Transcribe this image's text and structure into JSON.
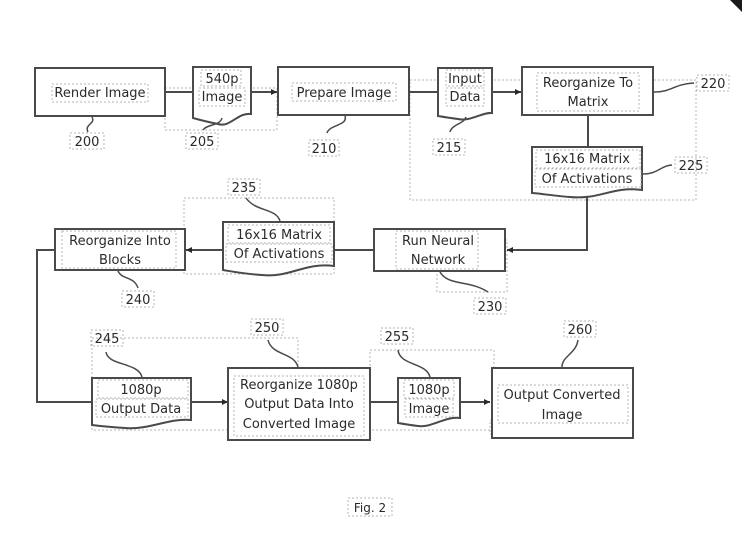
{
  "figure": {
    "caption": "Fig. 2",
    "colors": {
      "stroke": "#4a4a4a",
      "text": "#2a2a2a",
      "dotted_guides": "#b5b5b5",
      "background": "#ffffff"
    }
  },
  "nodes": {
    "n200": {
      "kind": "process",
      "lines": [
        "Render Image"
      ],
      "ref": "200"
    },
    "n205": {
      "kind": "document",
      "lines": [
        "540p",
        "Image"
      ],
      "ref": "205"
    },
    "n210": {
      "kind": "process",
      "lines": [
        "Prepare Image"
      ],
      "ref": "210"
    },
    "n215": {
      "kind": "document",
      "lines": [
        "Input",
        "Data"
      ],
      "ref": "215"
    },
    "n220": {
      "kind": "process",
      "lines": [
        "Reorganize To",
        "Matrix"
      ],
      "ref": "220"
    },
    "n225": {
      "kind": "document",
      "lines": [
        "16x16 Matrix",
        "Of Activations"
      ],
      "ref": "225"
    },
    "n230": {
      "kind": "process",
      "lines": [
        "Run Neural",
        "Network"
      ],
      "ref": "230"
    },
    "n235": {
      "kind": "document",
      "lines": [
        "16x16 Matrix",
        "Of Activations"
      ],
      "ref": "235"
    },
    "n240": {
      "kind": "process",
      "lines": [
        "Reorganize Into",
        "Blocks"
      ],
      "ref": "240"
    },
    "n245": {
      "kind": "document",
      "lines": [
        "1080p",
        "Output Data"
      ],
      "ref": "245"
    },
    "n250": {
      "kind": "process",
      "lines": [
        "Reorganize 1080p",
        "Output Data Into",
        "Converted Image"
      ],
      "ref": "250"
    },
    "n255": {
      "kind": "document",
      "lines": [
        "1080p",
        "Image"
      ],
      "ref": "255"
    },
    "n260": {
      "kind": "process",
      "lines": [
        "Output Converted",
        "Image"
      ],
      "ref": "260"
    }
  },
  "edges": [
    {
      "from": "n200",
      "to": "n210",
      "via": "n205"
    },
    {
      "from": "n210",
      "to": "n220",
      "via": "n215"
    },
    {
      "from": "n220",
      "to": "n230",
      "via": "n225"
    },
    {
      "from": "n230",
      "to": "n240",
      "via": "n235"
    },
    {
      "from": "n240",
      "to": "n250",
      "via": "n245"
    },
    {
      "from": "n250",
      "to": "n260",
      "via": "n255"
    }
  ]
}
